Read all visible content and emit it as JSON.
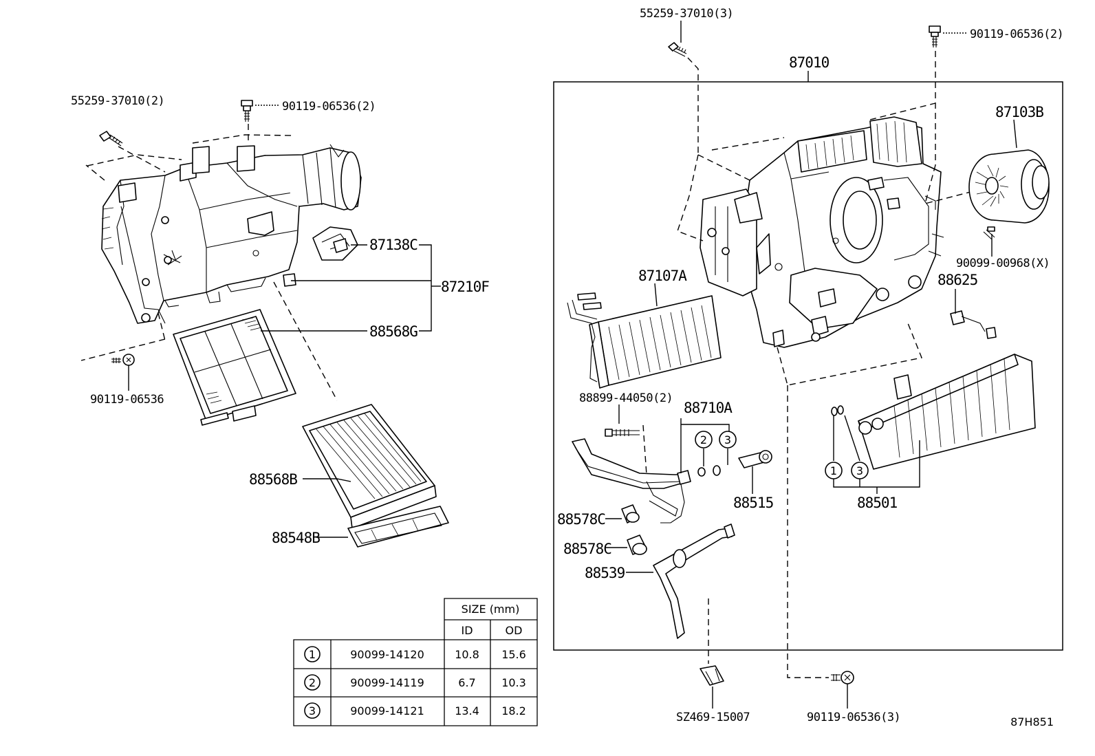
{
  "labels": {
    "p_55259_37010_2": "55259-37010(2)",
    "p_90119_06536_2_left": "90119-06536(2)",
    "p_87138C": "87138C",
    "p_87210F": "87210F",
    "p_88568G": "88568G",
    "p_90119_06536": "90119-06536",
    "p_88568B": "88568B",
    "p_88548B": "88548B",
    "p_55259_37010_3": "55259-37010(3)",
    "p_90119_06536_2_right": "90119-06536(2)",
    "p_87010": "87010",
    "p_87103B": "87103B",
    "p_90099_00968_X": "90099-00968(X)",
    "p_88625": "88625",
    "p_87107A": "87107A",
    "p_88899_44050_2": "88899-44050(2)",
    "p_88710A": "88710A",
    "p_88515": "88515",
    "p_88501": "88501",
    "p_88578C_a": "88578C",
    "p_88578C_b": "88578C",
    "p_88539": "88539",
    "p_SZ469_15007": "SZ469-15007",
    "p_90119_06536_3": "90119-06536(3)",
    "diagram_code": "87H851"
  },
  "markers": {
    "one": "1",
    "two": "2",
    "three": "3"
  },
  "size_table": {
    "header": "SIZE (mm)",
    "col_id": "ID",
    "col_od": "OD",
    "rows": [
      {
        "mark": "1",
        "part": "90099-14120",
        "id": "10.8",
        "od": "15.6"
      },
      {
        "mark": "2",
        "part": "90099-14119",
        "id": "6.7",
        "od": "10.3"
      },
      {
        "mark": "3",
        "part": "90099-14121",
        "id": "13.4",
        "od": "18.2"
      }
    ]
  }
}
